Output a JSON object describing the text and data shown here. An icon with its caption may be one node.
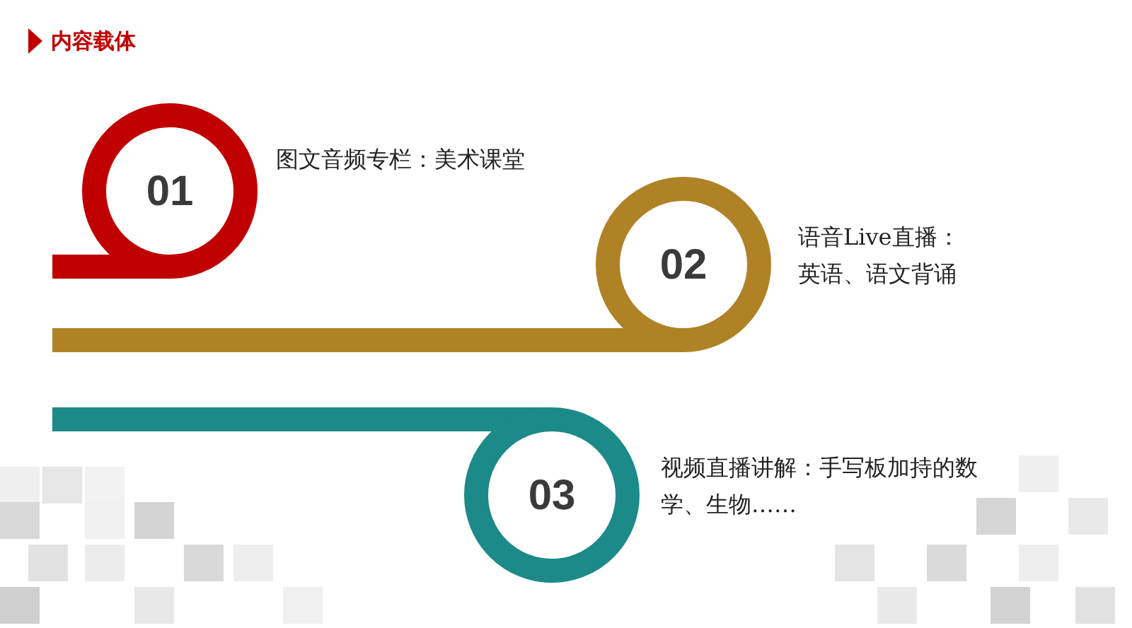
{
  "diagram": {
    "title": "内容载体",
    "nodes": [
      {
        "text": [
          "01"
        ],
        "beside": [
          "图文音频专栏：美术课堂"
        ]
      },
      {
        "text": [
          "02"
        ],
        "beside": [
          "语音Live直播：英语、语文背诵"
        ]
      },
      {
        "text": [
          "03"
        ],
        "beside": [
          "视频直播讲解：手写板加持的数学、生物……"
        ]
      }
    ]
  }
}
